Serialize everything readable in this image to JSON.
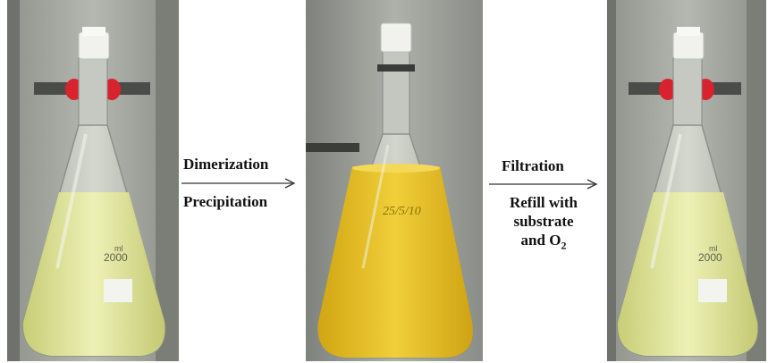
{
  "figure": {
    "step1": {
      "line1": "Dimerization",
      "line2": "Precipitation"
    },
    "step2": {
      "line1": "Filtration",
      "line2": "Refill with",
      "line3": "substrate",
      "line4_prefix": "and O",
      "line4_sub": "2"
    },
    "flask_marking": "2000",
    "flask_marking_unit": "ml",
    "flask2_handwriting": "25/5/10"
  },
  "colors": {
    "light_liquid": "#e6eb9a",
    "yellow_liquid": "#e9c223",
    "background_grey": "#9a9d97",
    "cap_white": "#f1f1ee",
    "clamp_red": "#d8232e"
  }
}
